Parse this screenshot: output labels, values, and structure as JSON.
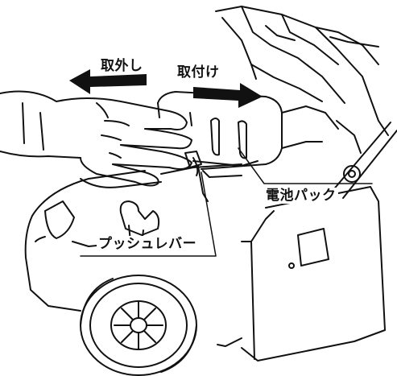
{
  "labels": {
    "remove": "取外し",
    "attach": "取付け",
    "battery_pack": "電池パック",
    "push_lever": "プッシュレバー"
  },
  "colors": {
    "line": "#111111",
    "background": "#ffffff"
  }
}
